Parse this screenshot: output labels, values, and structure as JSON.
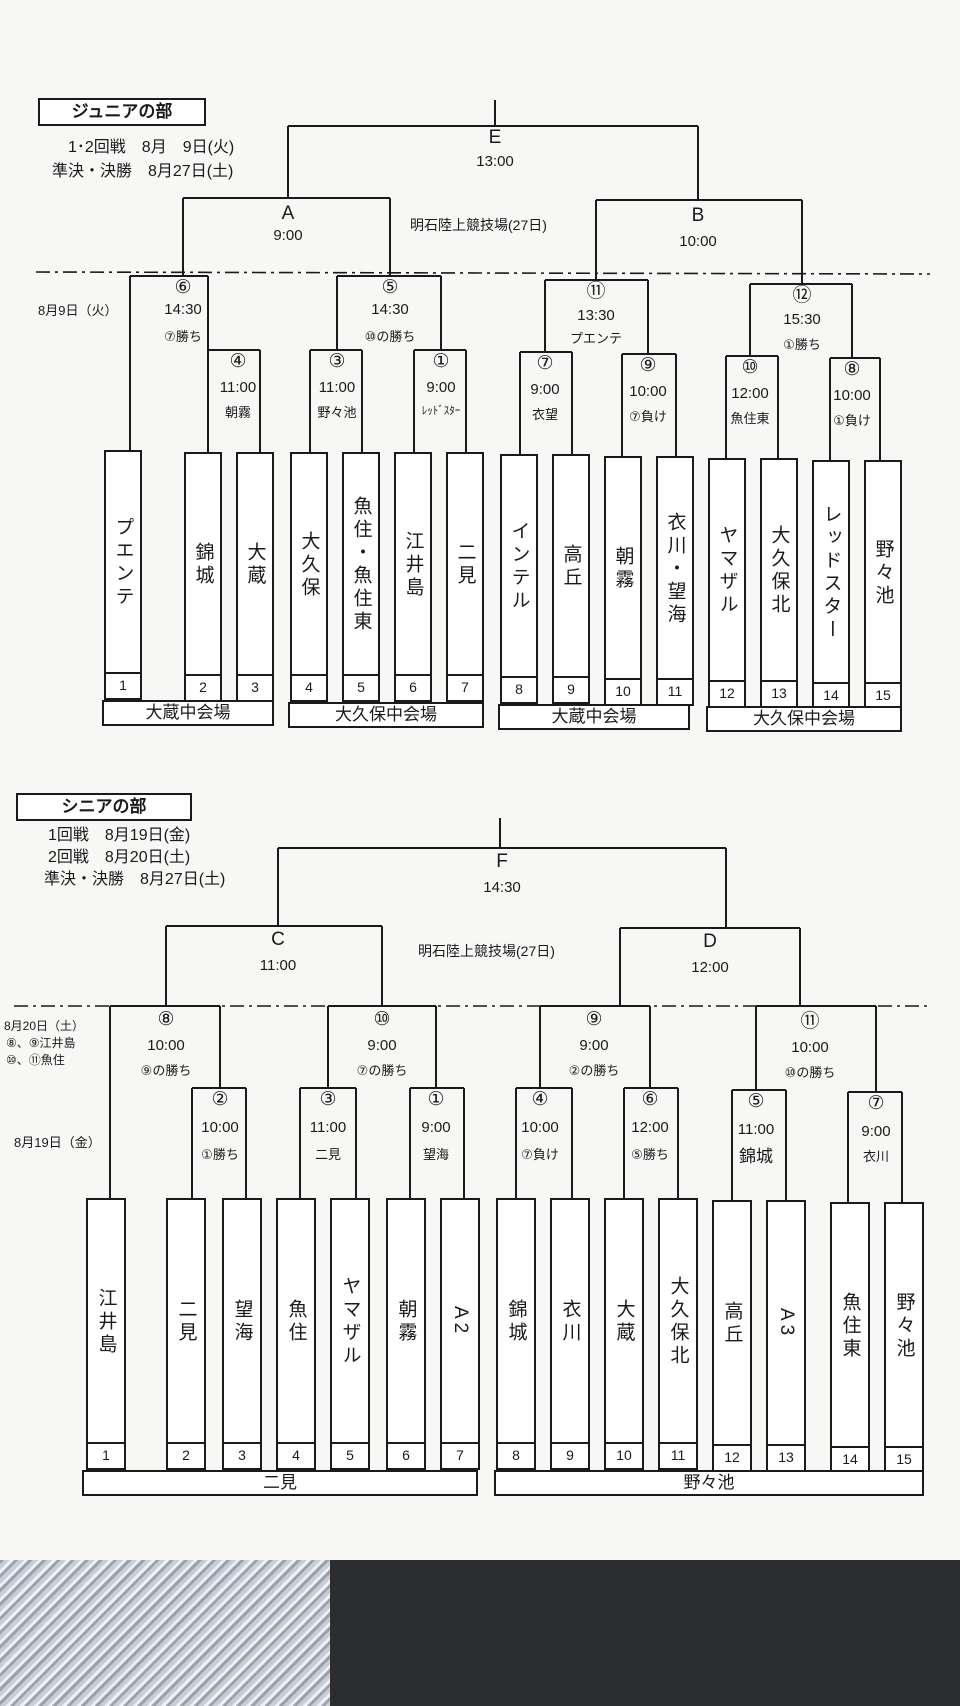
{
  "junior": {
    "header": "ジュニアの部",
    "dates": [
      "1･2回戦　8月　9日(火)",
      "準決・決勝　8月27日(土)"
    ],
    "stadium": "明石陸上競技場(27日)",
    "day_label": "8月9日（火）",
    "final": {
      "id": "E",
      "time": "13:00"
    },
    "semis": [
      {
        "id": "A",
        "time": "9:00"
      },
      {
        "id": "B",
        "time": "10:00"
      }
    ],
    "round2": [
      {
        "id": "⑥",
        "time": "14:30",
        "note": "⑦勝ち"
      },
      {
        "id": "⑤",
        "time": "14:30",
        "note": "⑩の勝ち"
      },
      {
        "id": "⑪",
        "time": "13:30",
        "note": "プエンテ"
      },
      {
        "id": "⑫",
        "time": "15:30",
        "note": "①勝ち"
      }
    ],
    "round1": [
      {
        "id": "④",
        "time": "11:00",
        "note": "朝霧"
      },
      {
        "id": "③",
        "time": "11:00",
        "note": "野々池"
      },
      {
        "id": "①",
        "time": "9:00",
        "note": "ﾚｯﾄﾞｽﾀｰ"
      },
      {
        "id": "⑦",
        "time": "9:00",
        "note": "衣望"
      },
      {
        "id": "⑨",
        "time": "10:00",
        "note": "⑦負け"
      },
      {
        "id": "⑩",
        "time": "12:00",
        "note": "魚住東"
      },
      {
        "id": "⑧",
        "time": "10:00",
        "note": "①負け"
      }
    ],
    "teams": [
      {
        "name": "プエンテ",
        "num": "1"
      },
      {
        "name": "錦城",
        "num": "2"
      },
      {
        "name": "大蔵",
        "num": "3"
      },
      {
        "name": "大久保",
        "num": "4"
      },
      {
        "name": "魚住・魚住東",
        "num": "5"
      },
      {
        "name": "江井島",
        "num": "6"
      },
      {
        "name": "二見",
        "num": "7"
      },
      {
        "name": "インテル",
        "num": "8"
      },
      {
        "name": "高丘",
        "num": "9"
      },
      {
        "name": "朝霧",
        "num": "10"
      },
      {
        "name": "衣川・望海",
        "num": "11"
      },
      {
        "name": "ヤマザル",
        "num": "12"
      },
      {
        "name": "大久保北",
        "num": "13"
      },
      {
        "name": "レッドスター",
        "num": "14"
      },
      {
        "name": "野々池",
        "num": "15"
      }
    ],
    "venues": [
      "大蔵中会場",
      "大久保中会場",
      "大蔵中会場",
      "大久保中会場"
    ]
  },
  "senior": {
    "header": "シニアの部",
    "dates": [
      "1回戦　8月19日(金)",
      "2回戦　8月20日(土)",
      "準決・決勝　8月27日(土)"
    ],
    "stadium": "明石陸上競技場(27日)",
    "day2_label": [
      "8月20日（土）",
      "⑧、⑨江井島",
      "⑩、⑪魚住"
    ],
    "day1_label": "8月19日（金）",
    "final": {
      "id": "F",
      "time": "14:30"
    },
    "semis": [
      {
        "id": "C",
        "time": "11:00"
      },
      {
        "id": "D",
        "time": "12:00"
      }
    ],
    "round2": [
      {
        "id": "⑧",
        "time": "10:00",
        "note": "⑨の勝ち"
      },
      {
        "id": "⑩",
        "time": "9:00",
        "note": "⑦の勝ち"
      },
      {
        "id": "⑨",
        "time": "9:00",
        "note": "②の勝ち"
      },
      {
        "id": "⑪",
        "time": "10:00",
        "note": "⑩の勝ち"
      }
    ],
    "round1": [
      {
        "id": "②",
        "time": "10:00",
        "note": "①勝ち"
      },
      {
        "id": "③",
        "time": "11:00",
        "note": "二見"
      },
      {
        "id": "①",
        "time": "9:00",
        "note": "望海"
      },
      {
        "id": "④",
        "time": "10:00",
        "note": "⑦負け"
      },
      {
        "id": "⑥",
        "time": "12:00",
        "note": "⑤勝ち"
      },
      {
        "id": "⑤",
        "time": "11:00",
        "note": "錦城"
      },
      {
        "id": "⑦",
        "time": "9:00",
        "note": "衣川"
      }
    ],
    "teams": [
      {
        "name": "江井島",
        "num": "1"
      },
      {
        "name": "二見",
        "num": "2"
      },
      {
        "name": "望海",
        "num": "3"
      },
      {
        "name": "魚住",
        "num": "4"
      },
      {
        "name": "ヤマザル",
        "num": "5"
      },
      {
        "name": "朝霧",
        "num": "6"
      },
      {
        "name": "A2",
        "num": "7"
      },
      {
        "name": "錦城",
        "num": "8"
      },
      {
        "name": "衣川",
        "num": "9"
      },
      {
        "name": "大蔵",
        "num": "10"
      },
      {
        "name": "大久保北",
        "num": "11"
      },
      {
        "name": "高丘",
        "num": "12"
      },
      {
        "name": "A3",
        "num": "13"
      },
      {
        "name": "魚住東",
        "num": "14"
      },
      {
        "name": "野々池",
        "num": "15"
      }
    ],
    "venues": [
      "二見",
      "野々池"
    ]
  }
}
